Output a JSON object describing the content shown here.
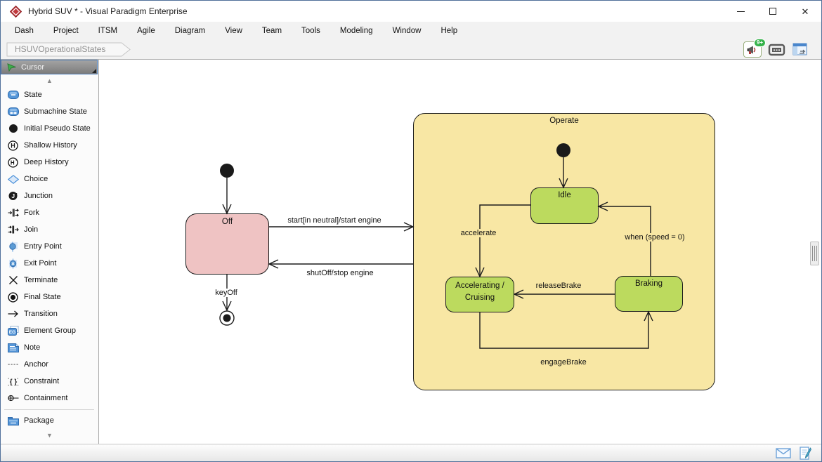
{
  "window": {
    "title": "Hybrid SUV * - Visual Paradigm Enterprise"
  },
  "menu": {
    "items": [
      "Dash",
      "Project",
      "ITSM",
      "Agile",
      "Diagram",
      "View",
      "Team",
      "Tools",
      "Modeling",
      "Window",
      "Help"
    ]
  },
  "breadcrumb": {
    "tab": "HSUVOperationalStates"
  },
  "header_icons": {
    "notification_badge": "9+"
  },
  "toolbox": {
    "selected_tool": "Cursor",
    "items": [
      {
        "label": "State"
      },
      {
        "label": "Submachine State"
      },
      {
        "label": "Initial Pseudo State"
      },
      {
        "label": "Shallow History"
      },
      {
        "label": "Deep History"
      },
      {
        "label": "Choice"
      },
      {
        "label": "Junction"
      },
      {
        "label": "Fork"
      },
      {
        "label": "Join"
      },
      {
        "label": "Entry Point"
      },
      {
        "label": "Exit Point"
      },
      {
        "label": "Terminate"
      },
      {
        "label": "Final State"
      },
      {
        "label": "Transition"
      },
      {
        "label": "Element Group"
      },
      {
        "label": "Note"
      },
      {
        "label": "Anchor"
      },
      {
        "label": "Constraint"
      },
      {
        "label": "Containment"
      },
      {
        "label": "Package"
      }
    ]
  },
  "diagram": {
    "composite_state": "Operate",
    "states": {
      "off": "Off",
      "idle": "Idle",
      "acc": {
        "lines": [
          "Accelerating /",
          "Cruising"
        ]
      },
      "braking": "Braking"
    },
    "transitions": {
      "start": "start[in neutral]/start engine",
      "shutoff": "shutOff/stop engine",
      "keyoff": "keyOff",
      "accelerate": "accelerate",
      "when_speed": "when (speed = 0)",
      "release_brake": "releaseBrake",
      "engage_brake": "engageBrake"
    }
  },
  "colors": {
    "composite_fill": "#f8e7a4",
    "simple_state_fill": "#bcda5e",
    "off_state_fill": "#efc3c3",
    "selection_border": "#4a7ab5",
    "badge_green": "#35b24a"
  }
}
